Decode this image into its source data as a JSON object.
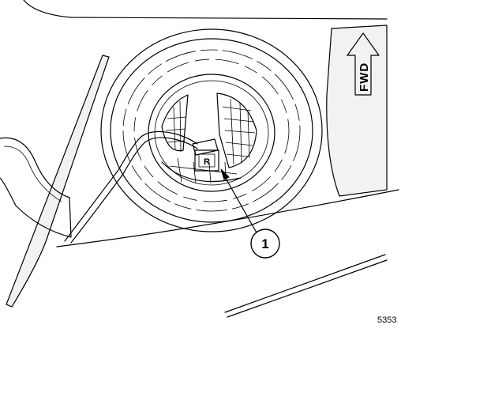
{
  "figure": {
    "direction_label": "FWD",
    "callout_number": "1",
    "figure_number": "5353",
    "connector_letter": "R"
  }
}
